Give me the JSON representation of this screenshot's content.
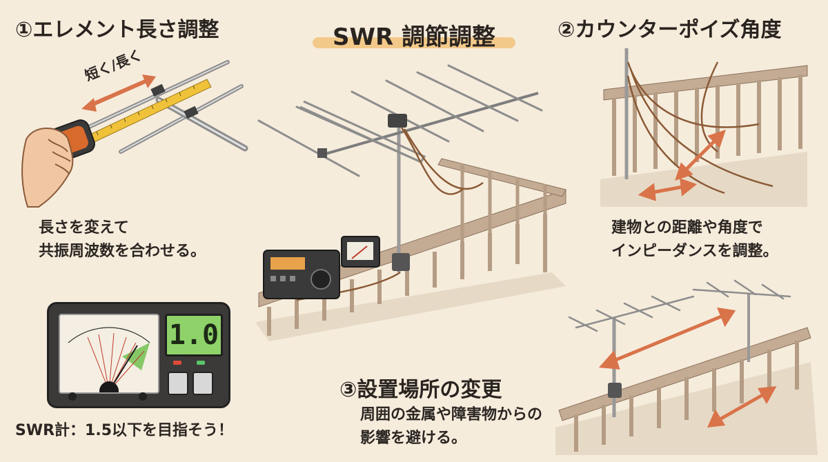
{
  "title": "SWR 調節調整",
  "colors": {
    "background": "#f6ecdc",
    "highlight": "#f3c98a",
    "arrow": "#d9734a",
    "rail": "#a98f7a",
    "lcd": "#8fd26a"
  },
  "sections": {
    "element": {
      "heading": "①エレメント長さ調整",
      "arrow_label": "短く/長く",
      "desc_line1": "長さを変えて",
      "desc_line2": "共振周波数を合わせる。"
    },
    "counterpoise": {
      "heading": "②カウンターポイズ角度",
      "desc_line1": "建物との距離や角度で",
      "desc_line2": "インピーダンスを調整。"
    },
    "location": {
      "heading": "③設置場所の変更",
      "desc_line1": "周囲の金属や障害物からの",
      "desc_line2": "影響を避ける。"
    }
  },
  "swr_meter": {
    "display_value": "1.0",
    "caption": "SWR計：1.5以下を目指そう！"
  },
  "icons": [
    "tape-measure-icon",
    "hand-icon",
    "yagi-antenna-icon",
    "radio-transceiver-icon",
    "swr-meter-icon",
    "balcony-railing-icon",
    "double-arrow-icon"
  ]
}
